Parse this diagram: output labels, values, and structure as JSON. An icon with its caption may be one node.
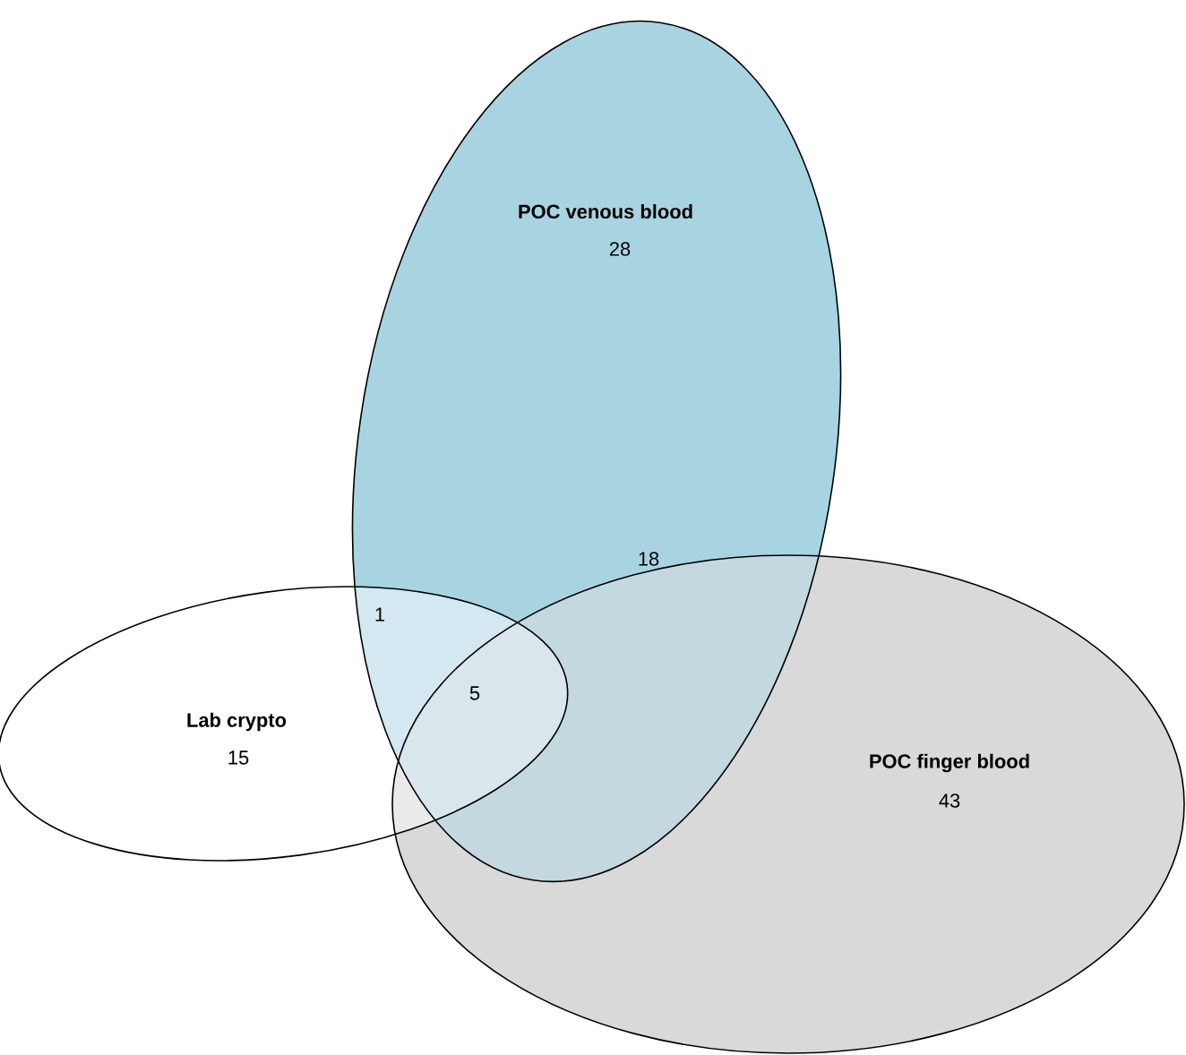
{
  "diagram": {
    "nodes": [
      {
        "text": [
          "POC venous blood",
          "28"
        ]
      },
      {
        "text": [
          "Lab crypto",
          "15"
        ]
      },
      {
        "text": [
          "POC finger blood",
          "43"
        ]
      }
    ],
    "labels": [
      "18",
      "1",
      "5"
    ]
  }
}
